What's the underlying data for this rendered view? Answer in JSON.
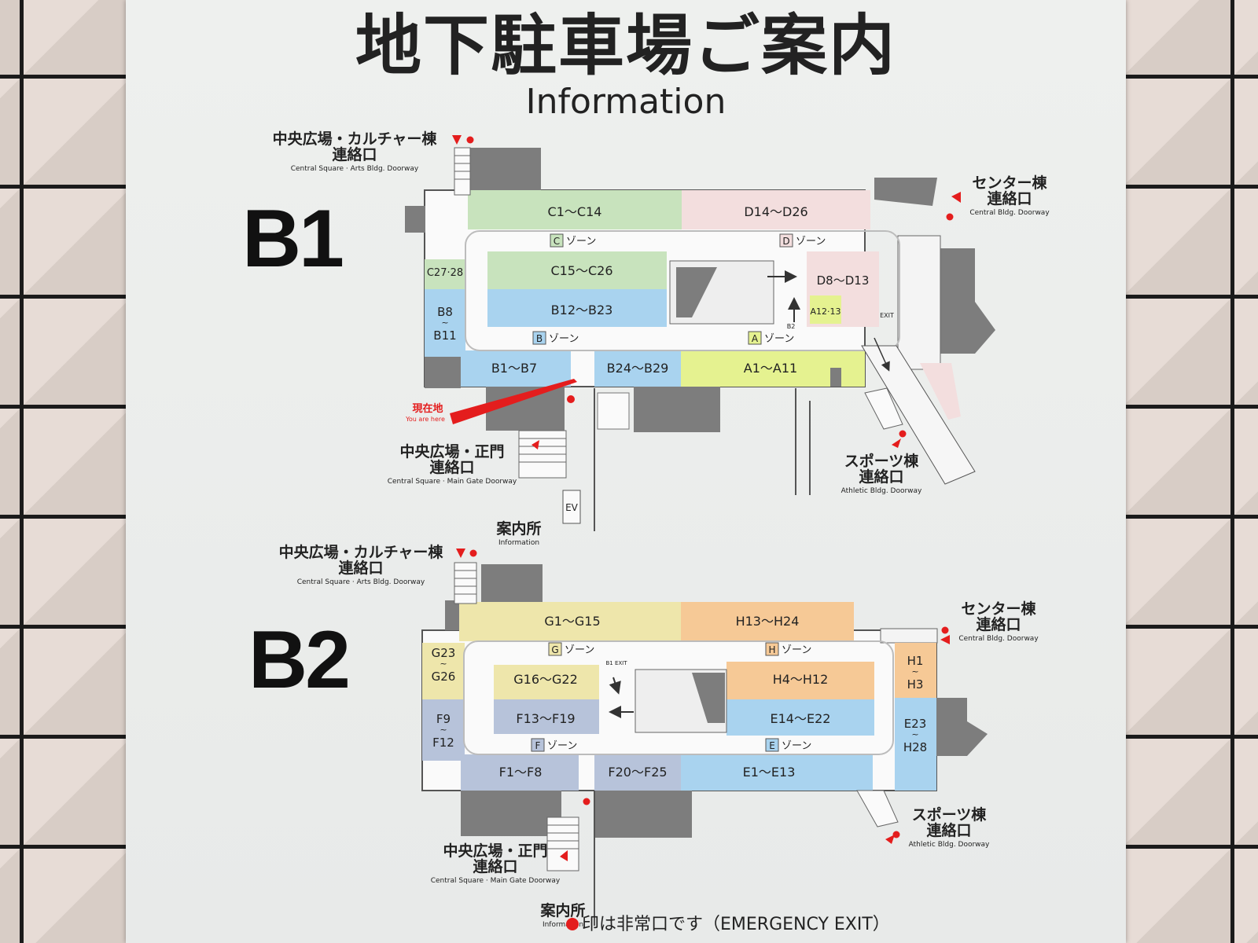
{
  "title": {
    "jp": "地下駐車場ご案内",
    "en": "Information"
  },
  "colors": {
    "green": "#c8e3bd",
    "pink": "#f3dede",
    "blue": "#a9d3ef",
    "lime": "#e5f290",
    "yellow": "#eee6ab",
    "orange": "#f6c996",
    "slate": "#b7c3da",
    "gray": "#7d7d7d",
    "road": "#f2f2f2",
    "red": "#e41d1d"
  },
  "b1": {
    "label": "B1",
    "lots": {
      "c1_c14": "C1～C14",
      "d14_d26": "D14～D26",
      "c15_c26": "C15～C26",
      "b12_b23": "B12～B23",
      "c27_28": "C27·28",
      "b8_b11_top": "B8",
      "b8_b11_tilde": "~",
      "b8_b11_bottom": "B11",
      "d8_d13": "D8～D13",
      "a12_13": "A12·13",
      "b1_b7": "B1～B7",
      "b24_b29": "B24～B29",
      "a1_a11": "A1～A11"
    },
    "zones": {
      "c": "C",
      "d": "D",
      "b": "B",
      "a": "A",
      "suffix": "ゾーン"
    },
    "small": {
      "exit": "EXIT",
      "b2": "B2",
      "ev": "EV"
    },
    "you_are_here": {
      "jp": "現在地",
      "en": "You are here"
    },
    "doors": {
      "culture": {
        "jp1": "中央広場・カルチャー棟",
        "jp2": "連絡口",
        "en": "Central Square · Arts Bldg. Doorway"
      },
      "center": {
        "jp1": "センター棟",
        "jp2": "連絡口",
        "en": "Central Bldg. Doorway"
      },
      "main_gate": {
        "jp1": "中央広場・正門",
        "jp2": "連絡口",
        "en": "Central Square · Main Gate Doorway"
      },
      "sports": {
        "jp1": "スポーツ棟",
        "jp2": "連絡口",
        "en": "Athletic Bldg. Doorway"
      },
      "info": {
        "jp": "案内所",
        "en": "Information"
      }
    }
  },
  "b2": {
    "label": "B2",
    "lots": {
      "g1_g15": "G1～G15",
      "h13_h24": "H13～H24",
      "g23_top": "G23",
      "g23_tilde": "~",
      "g23_bottom": "G26",
      "g16_g22": "G16～G22",
      "h4_h12": "H4～H12",
      "f9_top": "F9",
      "f9_tilde": "~",
      "f9_bottom": "F12",
      "f13_f19": "F13～F19",
      "e14_e22": "E14～E22",
      "h1_top": "H1",
      "h1_tilde": "~",
      "h1_bottom": "H3",
      "e23_top": "E23",
      "e23_tilde": "~",
      "e23_bottom": "H28",
      "f1_f8": "F1～F8",
      "f20_f25": "F20～F25",
      "e1_e13": "E1～E13"
    },
    "zones": {
      "g": "G",
      "h": "H",
      "f": "F",
      "e": "E",
      "suffix": "ゾーン"
    },
    "small": {
      "b1_exit": "B1 EXIT"
    },
    "doors": {
      "culture": {
        "jp1": "中央広場・カルチャー棟",
        "jp2": "連絡口",
        "en": "Central Square · Arts Bldg. Doorway"
      },
      "center": {
        "jp1": "センター棟",
        "jp2": "連絡口",
        "en": "Central Bldg. Doorway"
      },
      "main_gate": {
        "jp1": "中央広場・正門",
        "jp2": "連絡口",
        "en": "Central Square · Main Gate Doorway"
      },
      "sports": {
        "jp1": "スポーツ棟",
        "jp2": "連絡口",
        "en": "Athletic Bldg. Doorway"
      },
      "info": {
        "jp": "案内所",
        "en": "Information"
      }
    }
  },
  "legend": {
    "mark": "印は非常口です（EMERGENCY EXIT）"
  }
}
